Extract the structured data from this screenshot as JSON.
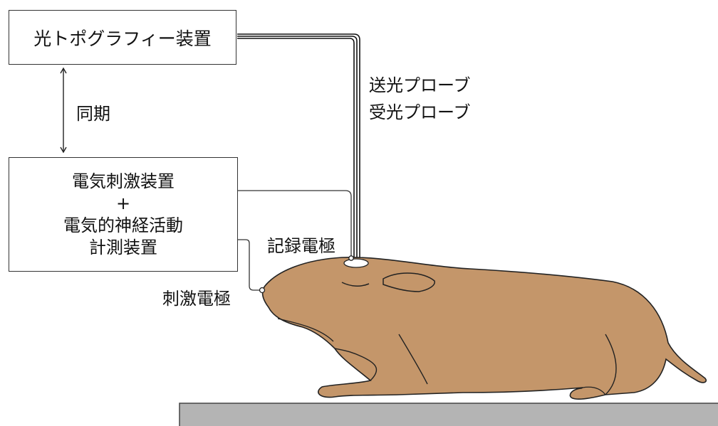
{
  "topography_box": {
    "label": "光トポグラフィー装置"
  },
  "sync_label": "同期",
  "stim_box": {
    "line1": "電気刺激装置",
    "line2": "+",
    "line3": "電気的神経活動",
    "line4": "計測装置"
  },
  "probe_labels": {
    "emit": "送光プローブ",
    "receive": "受光プローブ"
  },
  "recording_electrode_label": "記録電極",
  "stimulating_electrode_label": "刺激電極",
  "colors": {
    "animal_fill": "#c4966a",
    "outline": "#222222",
    "table_fill": "#b4b4b4",
    "box_border": "#333333"
  }
}
